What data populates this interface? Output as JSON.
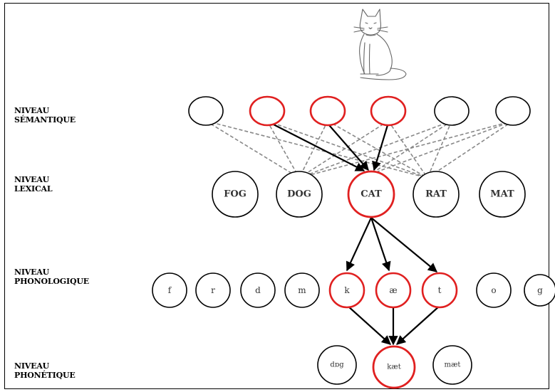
{
  "levels": [
    {
      "line1": "NIVEAU",
      "line2": "SÉMANTIQUE"
    },
    {
      "line1": "NIVEAU",
      "line2": "LEXICAL"
    },
    {
      "line1": "NIVEAU",
      "line2": "PHONOLOGIQUE"
    },
    {
      "line1": "NIVEAU",
      "line2": "PHONÉTIQUE"
    }
  ],
  "lexical": [
    "FOG",
    "DOG",
    "CAT",
    "RAT",
    "MAT"
  ],
  "phonological": [
    "f",
    "r",
    "d",
    "m",
    "k",
    "æ",
    "t",
    "o",
    "g"
  ],
  "phonetic": [
    "dɒg",
    "kæt",
    "mæt"
  ],
  "colors": {
    "active": "#e02020",
    "inactive": "#000000",
    "dashed": "#888888"
  }
}
